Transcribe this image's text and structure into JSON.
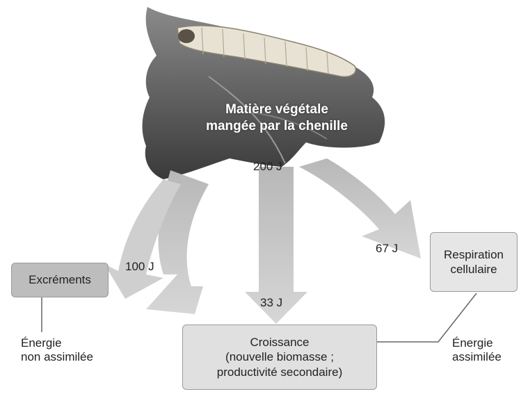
{
  "source": {
    "label_line1": "Matière végétale",
    "label_line2": "mangée par la chenille"
  },
  "flows": {
    "total": "200 J",
    "excrements": "100 J",
    "respiration": "67 J",
    "growth": "33 J"
  },
  "boxes": {
    "excrements": "Excréments",
    "respiration_line1": "Respiration",
    "respiration_line2": "cellulaire",
    "growth_line1": "Croissance",
    "growth_line2": "(nouvelle biomasse ;",
    "growth_line3": "productivité secondaire)"
  },
  "notes": {
    "non_assim_line1": "Énergie",
    "non_assim_line2": "non assimilée",
    "assim_line1": "Énergie",
    "assim_line2": "assimilée"
  },
  "colors": {
    "arrow": "#c9c9c9",
    "box_dark": "#bdbdbd",
    "box_light": "#e6e6e6",
    "connector": "#666666"
  }
}
